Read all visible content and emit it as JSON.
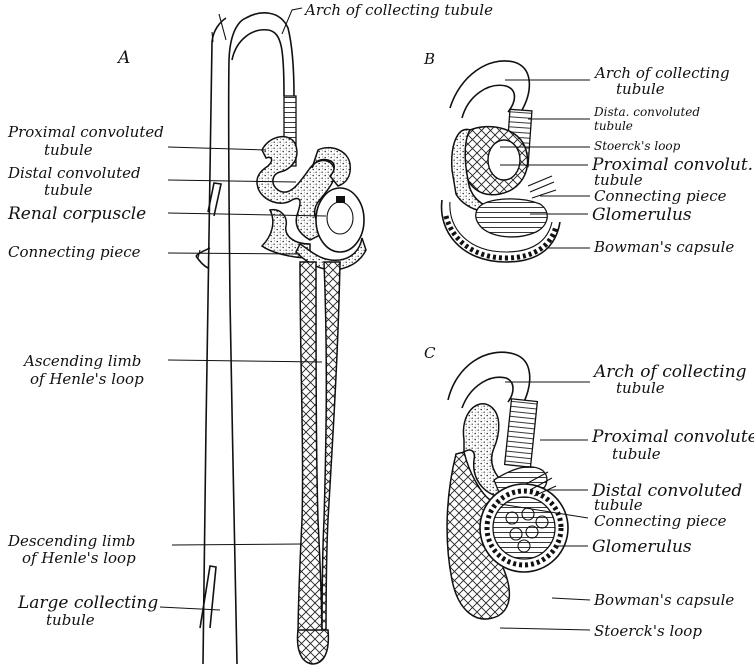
{
  "panels": {
    "a": "A",
    "b": "B",
    "c": "C"
  },
  "labels_a": {
    "arch": "Arch of collecting tubule",
    "proximal_1": "Proximal convoluted",
    "proximal_2": "tubule",
    "distal_1": "Distal convoluted",
    "distal_2": "tubule",
    "renal_corpuscle": "Renal corpuscle",
    "connecting": "Connecting piece",
    "ascending_1": "Ascending limb",
    "ascending_2": "of Henle's loop",
    "descending_1": "Descending limb",
    "descending_2": "of Henle's loop",
    "large_collecting_1": "Large collecting",
    "large_collecting_2": "tubule"
  },
  "labels_b": {
    "arch_1": "Arch of collecting",
    "arch_2": "tubule",
    "distal_1": "Dista. convoluted",
    "distal_2": "tubule",
    "storck": "Stoerck's loop",
    "proximal_1": "Proximal convolut.",
    "proximal_2": "tubule",
    "connecting": "Connecting piece",
    "glomerulus": "Glomerulus",
    "bowman": "Bowman's capsule"
  },
  "labels_c": {
    "arch_1": "Arch of collecting",
    "arch_2": "tubule",
    "proximal_1": "Proximal convoluted",
    "proximal_2": "tubule",
    "distal_1": "Distal convoluted",
    "distal_2": "tubule",
    "connecting": "Connecting piece",
    "glomerulus": "Glomerulus",
    "bowman": "Bowman's capsule",
    "storck": "Stoerck's loop"
  },
  "colors": {
    "ink": "#111111",
    "paper": "#ffffff"
  }
}
